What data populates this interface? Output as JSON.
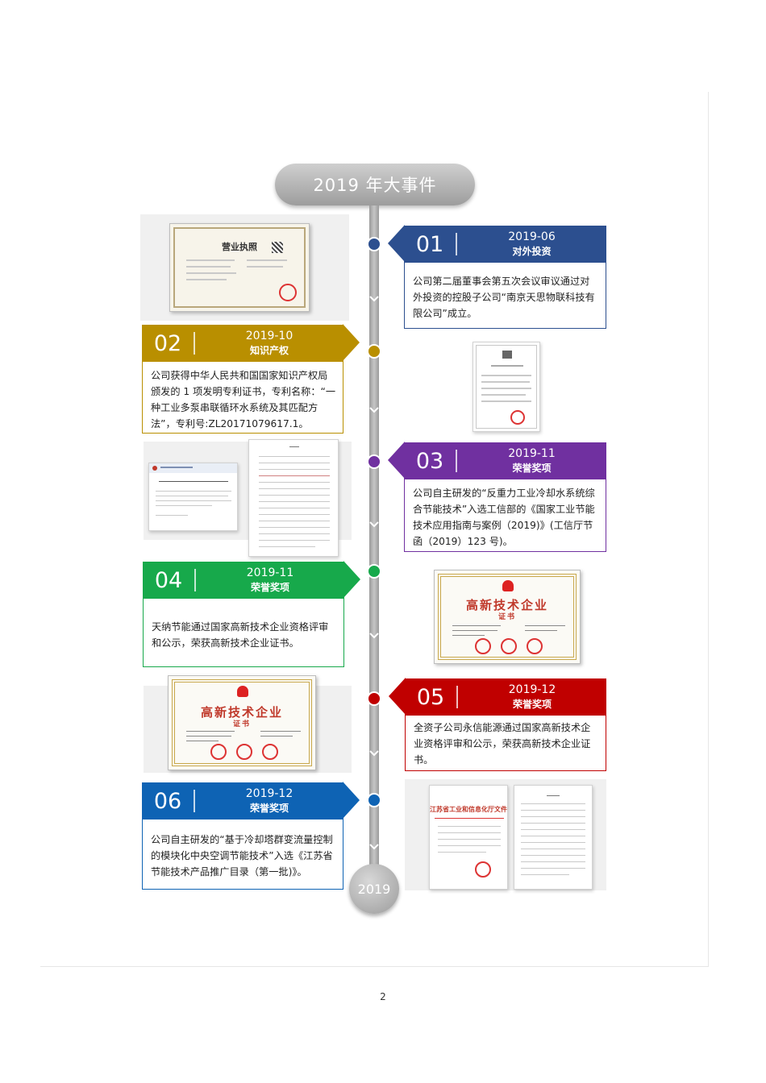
{
  "header": {
    "title": "2019 年大事件"
  },
  "timeline_end_label": "2019",
  "events": [
    {
      "num": "01",
      "date": "2019-06",
      "category": "对外投资",
      "color": "#2c4f8f",
      "text": "公司第二届董事会第五次会议审议通过对外投资的控股子公司“南京天思物联科技有限公司”成立。"
    },
    {
      "num": "02",
      "date": "2019-10",
      "category": "知识产权",
      "color": "#b98f00",
      "text": "公司获得中华人民共和国国家知识产权局颁发的 1 项发明专利证书，专利名称：“一种工业多泵串联循环水系统及其匹配方法”，专利号:ZL20171079617.1。"
    },
    {
      "num": "03",
      "date": "2019-11",
      "category": "荣誉奖项",
      "color": "#7030a0",
      "text": "公司自主研发的“反重力工业冷却水系统综合节能技术”入选工信部的《国家工业节能技术应用指南与案例（2019)》(工信厅节函（2019）123 号)。"
    },
    {
      "num": "04",
      "date": "2019-11",
      "category": "荣誉奖项",
      "color": "#17a94b",
      "text": "天纳节能通过国家高新技术企业资格评审和公示，荣获高新技术企业证书。"
    },
    {
      "num": "05",
      "date": "2019-12",
      "category": "荣誉奖项",
      "color": "#c00000",
      "text": "全资子公司永信能源通过国家高新技术企业资格评审和公示，荣获高新技术企业证书。"
    },
    {
      "num": "06",
      "date": "2019-12",
      "category": "荣誉奖项",
      "color": "#0e63b4",
      "text": "公司自主研发的“基于冷却塔群变流量控制的模块化中央空调节能技术”入选《江苏省节能技术产品推广目录（第一批)》。"
    }
  ],
  "images": {
    "license_title": "营业执照",
    "hitech_title": "高新技术企业",
    "hitech_sub": "证书",
    "jiangsu_doc_title": "江苏省工业和信息化厅文件"
  },
  "footer": {
    "page_number": "2"
  }
}
